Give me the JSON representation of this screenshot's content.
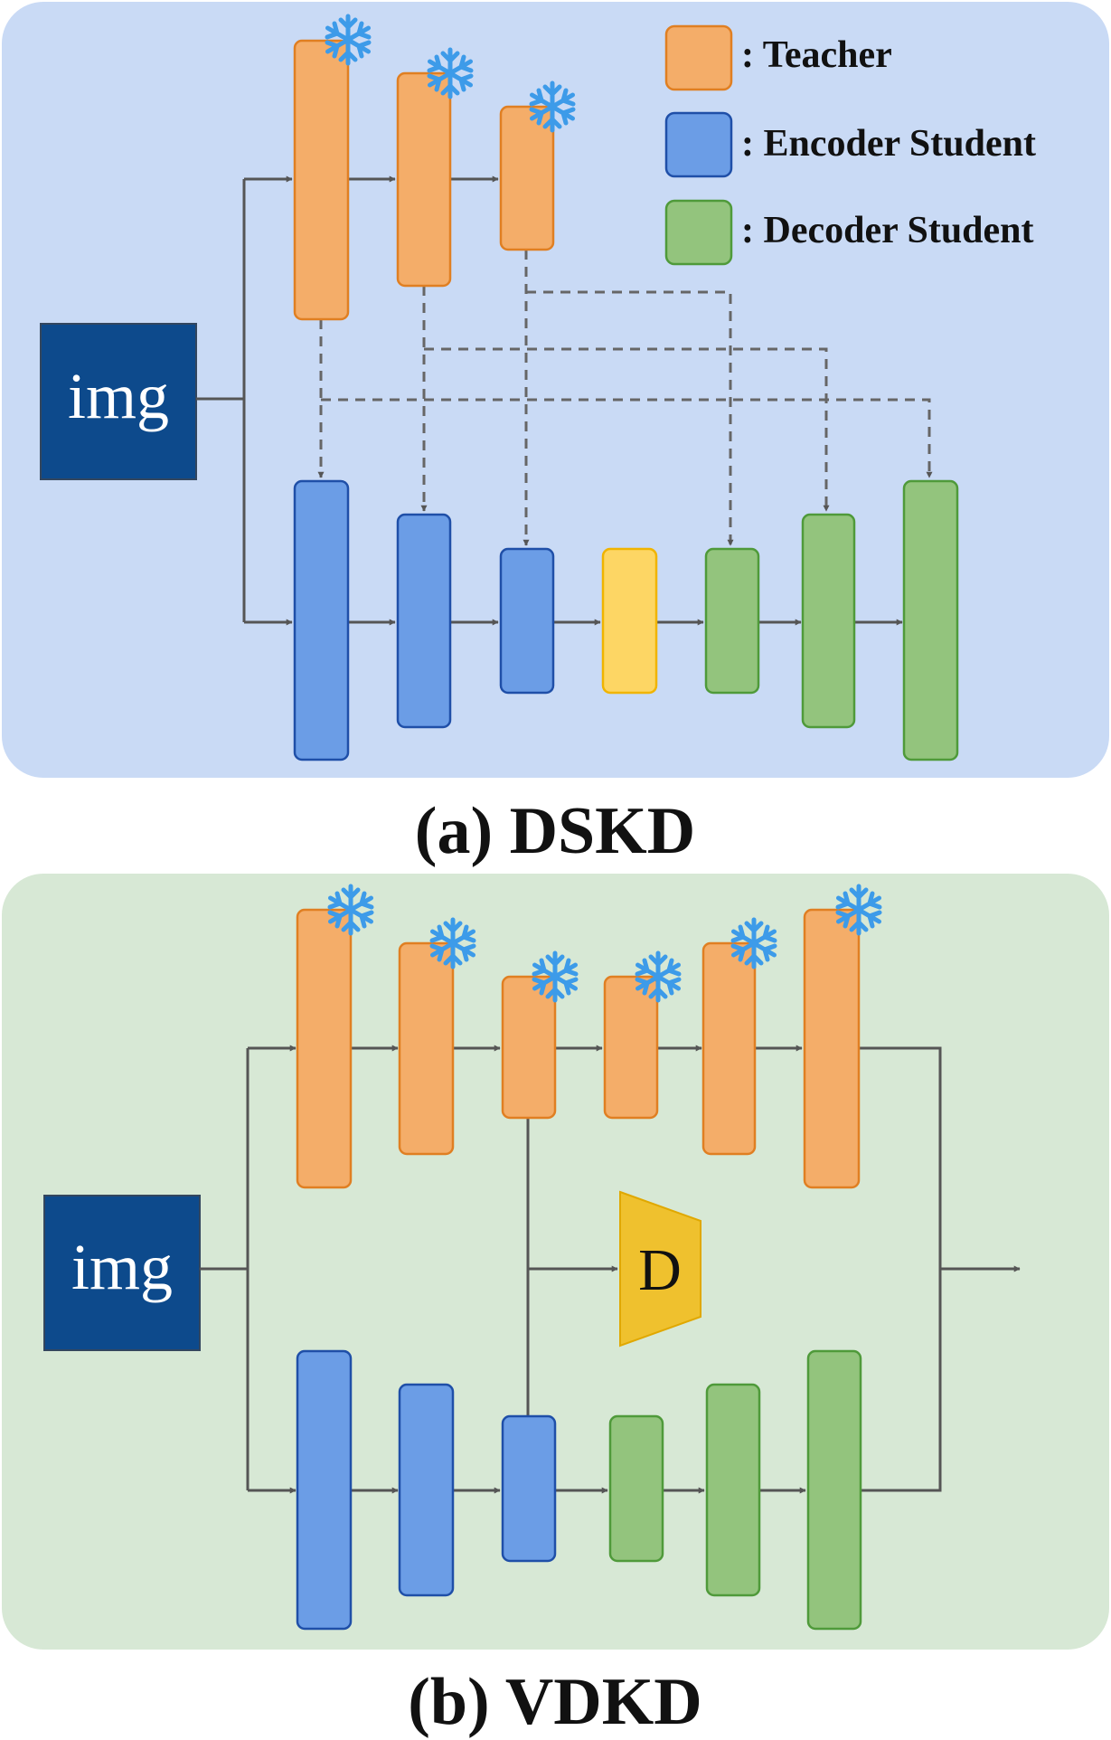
{
  "panel_a": {
    "caption": "(a) DSKD",
    "input_label": "img"
  },
  "panel_b": {
    "caption": "(b) VDKD",
    "input_label": "img",
    "discriminator_label": "D"
  },
  "legend": {
    "teacher": ": Teacher",
    "encoder_student": ": Encoder Student",
    "decoder_student": ": Decoder Student"
  },
  "colors": {
    "panel_a_bg": "#c9daf5",
    "panel_b_bg": "#d7e8d5",
    "teacher_fill": "#f4ad69",
    "teacher_stroke": "#e07f22",
    "encoder_fill": "#6b9de6",
    "encoder_stroke": "#1f4fa8",
    "decoder_fill": "#93c47d",
    "decoder_stroke": "#4f9a3a",
    "bottleneck_fill": "#fdd664",
    "bottleneck_stroke": "#f0b400",
    "img_fill": "#0d4a8c",
    "discriminator_fill": "#efc12e",
    "arrow": "#555555",
    "snowflake": "#3d9be9"
  },
  "icons": {
    "frozen": "snowflake-icon"
  }
}
